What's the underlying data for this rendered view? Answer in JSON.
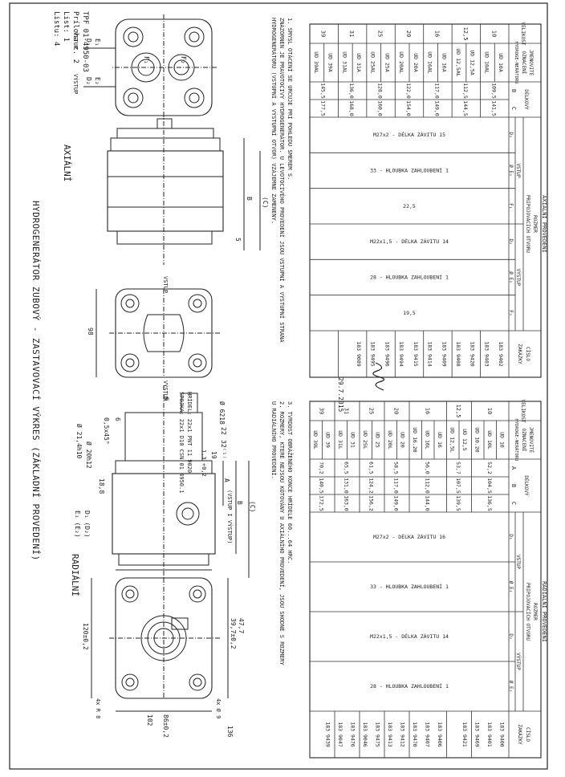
{
  "doc": {
    "number": "TPF 01-4950-03",
    "attachment": "Príloha c. 2",
    "sheet": "List: 1",
    "sheets": "Listu: 4",
    "title": "HYDROGENERÁTOR ZUBOVÝ - ZASTAVOVACÍ VÝKRES (ZÁKLADNÍ PROVEDENÍ)",
    "radial_label": "RADIÁLNÍ",
    "axial_label": "AXIÁLNÍ",
    "shaft_note": "HRÍDEL: 22x1 PNT 11 9020",
    "coupling_note": "SPOJKA: 22x1 D10 CSN 01 4950.1",
    "date": "29.7.2015"
  },
  "radial_dims": {
    "d120": "120±0,2",
    "d86": "86±0,2",
    "d102": "102",
    "d39": "39,7±0,2",
    "d47": "47,7",
    "d136": "136",
    "d4r8": "4x R 8",
    "d4o9": "4x Ø 9",
    "e1": "E₁ (E₂)",
    "d1": "D₁ (D₂)",
    "d18": "18,8",
    "a": "A",
    "b": "B",
    "c": "(C)",
    "inout": "(VSTUP I VÝSTUP)",
    "d20": "Ø 20h12",
    "d21": "Ø 21,4h10",
    "d6": "6",
    "d05": "0,5x45°",
    "d6218": "Ø 6218",
    "d22": "22",
    "d32": "32⁽¹⁾",
    "d19": "19",
    "d13": "1,3 +0,2",
    "s": "S"
  },
  "axial_dims": {
    "vstup": "VSTUP",
    "vystup": "VÝSTUP",
    "d98": "98",
    "b": "B",
    "c": "(C)",
    "d5": "5",
    "d1": "D₁",
    "d2": "D₂",
    "e1": "E₁",
    "e2": "E₂",
    "f1": "F₁",
    "f2": "F₂"
  },
  "notes_radial": [
    "3. TVRDOST OBRÁŽENÉHO KONCE HRÍDELE 60...64 HRC.",
    "2. ROZMERY, KTERÉ NEJSOU KÓTOVÁNY U AXIÁLNÍHO PROVEDENÍ, JSOU SHODNÉ S ROZMERY",
    "U RADIÁLNÍHO PROVEDENÍ."
  ],
  "notes_axial": [
    "1. SMYSL OTÁCENÍ SE URCUJE PRI POHLEDU SMEREM S.",
    "ZNÁZORNEN JE PRAVOTOCIVÝ HYDROGENERÁTOR. U LEVOTOCIVÉHO PROVEDENÍ JSOU VSTUPNÍ A VÝSTUPNÍ STRANA",
    "HYDROGENERÁTORU (VSTUPNÍ A VÝSTUPNÍ OTVOR) VZÁJEMNE ZAMENENY."
  ],
  "radial_table": {
    "header_group": "RADIÁLNÍ PROVEDENÍ",
    "col_size": "VELIKOST",
    "col_name": "JMENOVITÉ OZNACENÍ HYDROGE-NERÁTORU",
    "col_lengths": "DÉLKOVÝ",
    "col_dims": "ROZMER",
    "col_ports": "PRIPOJOVACÍCH OTVORU",
    "col_vstup": "VSTUP",
    "col_vystup": "VÝSTUP",
    "col_a": "A",
    "col_b": "B",
    "col_c": "C",
    "col_d1": "D₁",
    "col_e1": "Ø E₁",
    "col_d2": "D₂",
    "col_e2": "Ø E₂",
    "col_order": "CÍSLO ZAKÁZKY",
    "thread_in": "M27x2 - DÉLKA ZÁVITU 16",
    "depth_in": "33 - HLOUBKA ZAHLOUBENÍ 1",
    "thread_out": "M22x1,5 - DÉLKA ZÁVITU 14",
    "depth_out": "28 - HLOUBKA ZAHLOUBENÍ 1",
    "rows": [
      {
        "size": "10",
        "names": [
          "UD 10",
          "UD 10L",
          "UD 10.20"
        ],
        "a": "52,2",
        "b": "104,5",
        "c": "136,5",
        "orders": [
          "183 9400",
          "183 9401",
          "183 9469"
        ]
      },
      {
        "size": "12,5",
        "names": [
          "UD 12,5",
          "UD 12,5L"
        ],
        "a": "53,7",
        "b": "107,5",
        "c": "139,5",
        "orders": [
          "183 9421"
        ]
      },
      {
        "size": "16",
        "names": [
          "UD 16",
          "UD 16L",
          "UD 16.20"
        ],
        "a": "56,0",
        "b": "112,0",
        "c": "144,0",
        "orders": [
          "183 9406",
          "183 9407",
          "183 9470"
        ]
      },
      {
        "size": "20",
        "names": [
          "UD 20",
          "UD 20L"
        ],
        "a": "58,5",
        "b": "117,0",
        "c": "149,0",
        "orders": [
          "183 9412",
          "183 9413"
        ]
      },
      {
        "size": "25",
        "names": [
          "UD 25",
          "UD 25L"
        ],
        "a": "61,5",
        "b": "124,2",
        "c": "156,2",
        "orders": [
          "183 9475",
          "183 9046"
        ]
      },
      {
        "size": "31",
        "names": [
          "UD 31",
          "UD 31L"
        ],
        "a": "65,5",
        "b": "131,0",
        "c": "163,0",
        "orders": [
          "183 9476",
          "183 9047"
        ]
      },
      {
        "size": "39",
        "names": [
          "UD 39",
          "UD 39L"
        ],
        "a": "70,2",
        "b": "140,5",
        "c": "172,5",
        "orders": [
          "183 9439"
        ]
      }
    ]
  },
  "axial_table": {
    "header_group": "AXIÁLNÍ PROVEDENÍ",
    "col_size": "VELIKOST",
    "col_name": "JMENOVITÉ OZNACENÍ HYDROGE-NERÁTORU",
    "col_lengths": "DÉLKOVÝ",
    "col_dims": "ROZMER",
    "col_ports": "PRIPOJOVACÍCH OTVORU",
    "col_vstup": "VSTUP",
    "col_vystup": "VÝSTUP",
    "col_b": "B",
    "col_c": "C",
    "col_d1": "D₁",
    "col_e1": "Ø E₁",
    "col_f1": "F₁",
    "col_d2": "D₂",
    "col_e2": "Ø E₂",
    "col_f2": "F₂",
    "col_order": "CÍSLO ZAKÁZKY",
    "thread_in": "M27x2 - DÉLKA ZÁVITU 15",
    "depth_in": "33 - HLOUBKA ZAHLOUBENÍ 1",
    "f1_val": "22,5",
    "thread_out": "M22x1,5 - DÉLKA ZÁVITU 14",
    "depth_out": "28 - HLOUBKA ZAHLOUBENÍ 1",
    "f2_val": "19,5",
    "rows": [
      {
        "size": "10",
        "names": [
          "UD 10A",
          "UD 10AL"
        ],
        "b": "109,5",
        "c": "141,5",
        "orders": [
          "183 9402",
          "183 9403"
        ]
      },
      {
        "size": "12,5",
        "names": [
          "UD 12,5A",
          "UD 12,5AL"
        ],
        "b": "112,5",
        "c": "144,5",
        "orders": [
          "183 9420",
          "183 9408"
        ]
      },
      {
        "size": "16",
        "names": [
          "UD 16A",
          "UD 16AL"
        ],
        "b": "117,0",
        "c": "149,0",
        "orders": [
          "183 9409",
          "183 9414"
        ]
      },
      {
        "size": "20",
        "names": [
          "UD 20A",
          "UD 20AL"
        ],
        "b": "122,0",
        "c": "154,0",
        "orders": [
          "183 9415",
          "183 9494"
        ]
      },
      {
        "size": "25",
        "names": [
          "UD 25A",
          "UD 25AL"
        ],
        "b": "128,0",
        "c": "160,0",
        "orders": [
          "183 9496",
          "183 9495"
        ]
      },
      {
        "size": "31",
        "names": [
          "UD 31A",
          "UD 31AL"
        ],
        "b": "136,0",
        "c": "168,0",
        "orders": [
          "183 9089"
        ]
      },
      {
        "size": "39",
        "names": [
          "UD 39A",
          "UD 39AL"
        ],
        "b": "145,5",
        "c": "177,5",
        "orders": []
      }
    ]
  }
}
